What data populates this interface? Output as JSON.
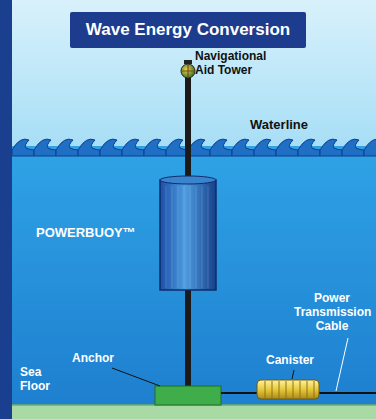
{
  "diagram": {
    "title": "Wave Energy Conversion",
    "labels": [
      "Navigational Aid Tower",
      "Waterline",
      "POWERBUOY™",
      "Power Transmission Cable",
      "Anchor",
      "Canister",
      "Sea Floor"
    ]
  }
}
